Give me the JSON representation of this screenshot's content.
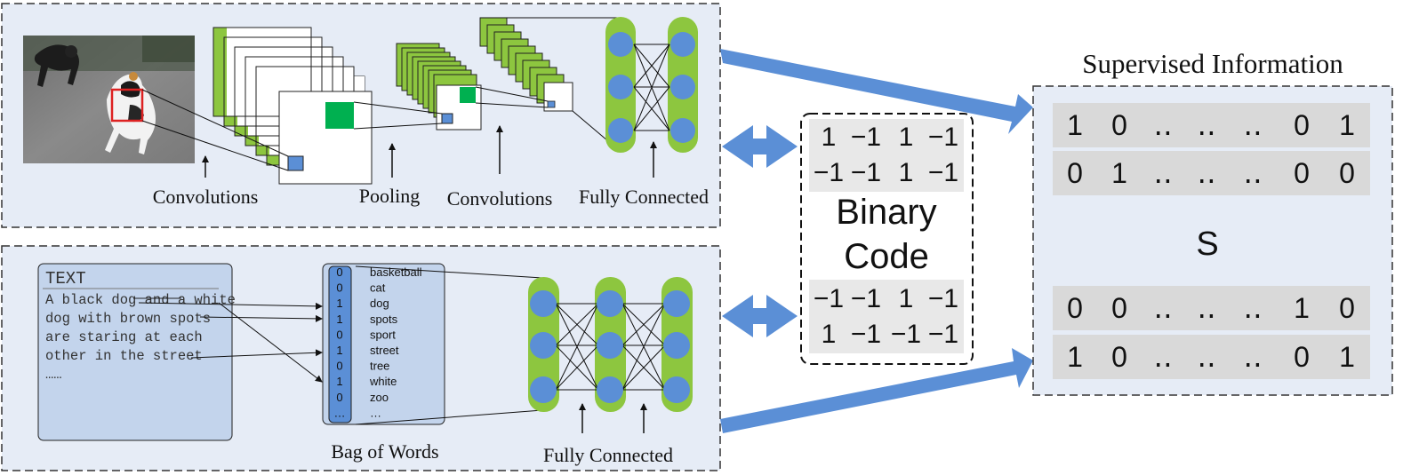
{
  "image_section": {
    "labels": {
      "convolutions_1": "Convolutions",
      "pooling": "Pooling",
      "convolutions_2": "Convolutions",
      "fully_connected": "Fully Connected"
    }
  },
  "text_section": {
    "title": "TEXT",
    "lines": [
      "A black dog and a white",
      "dog with brown spots",
      "are staring at each",
      "other in the street",
      "……"
    ],
    "bag_label": "Bag of Words",
    "fc_label": "Fully Connected",
    "vector": [
      {
        "bit": "0",
        "word": "basketball"
      },
      {
        "bit": "0",
        "word": "cat"
      },
      {
        "bit": "1",
        "word": "dog"
      },
      {
        "bit": "1",
        "word": "spots"
      },
      {
        "bit": "0",
        "word": "sport"
      },
      {
        "bit": "1",
        "word": "street"
      },
      {
        "bit": "0",
        "word": "tree"
      },
      {
        "bit": "1",
        "word": "white"
      },
      {
        "bit": "0",
        "word": "zoo"
      },
      {
        "bit": "…",
        "word": "…"
      }
    ]
  },
  "binary_code": {
    "label_line1": "Binary",
    "label_line2": "Code",
    "top_rows": [
      [
        "1",
        "−1",
        "1",
        "−1"
      ],
      [
        "−1",
        "−1",
        "1",
        "−1"
      ]
    ],
    "bottom_rows": [
      [
        "−1",
        "−1",
        "1",
        "−1"
      ],
      [
        "1",
        "−1",
        "−1",
        "−1"
      ]
    ]
  },
  "supervised": {
    "title": "Supervised Information",
    "matrix_label": "S",
    "rows": [
      [
        "1",
        "0",
        "‥",
        "‥",
        "‥",
        "0",
        "1"
      ],
      [
        "0",
        "1",
        "‥",
        "‥",
        "‥",
        "0",
        "0"
      ],
      [
        "0",
        "0",
        "‥",
        "‥",
        "‥",
        "1",
        "0"
      ],
      [
        "1",
        "0",
        "‥",
        "‥",
        "‥",
        "0",
        "1"
      ]
    ]
  },
  "colors": {
    "panel_bg": "#e6ecf6",
    "feature_green": "#8dc63f",
    "node_blue": "#5b8fd6",
    "arrow_blue": "#5b8fd6",
    "cell_gray": "#d9d9d9",
    "text_box_bg": "#c3d4ec",
    "active_green": "#00b050"
  }
}
